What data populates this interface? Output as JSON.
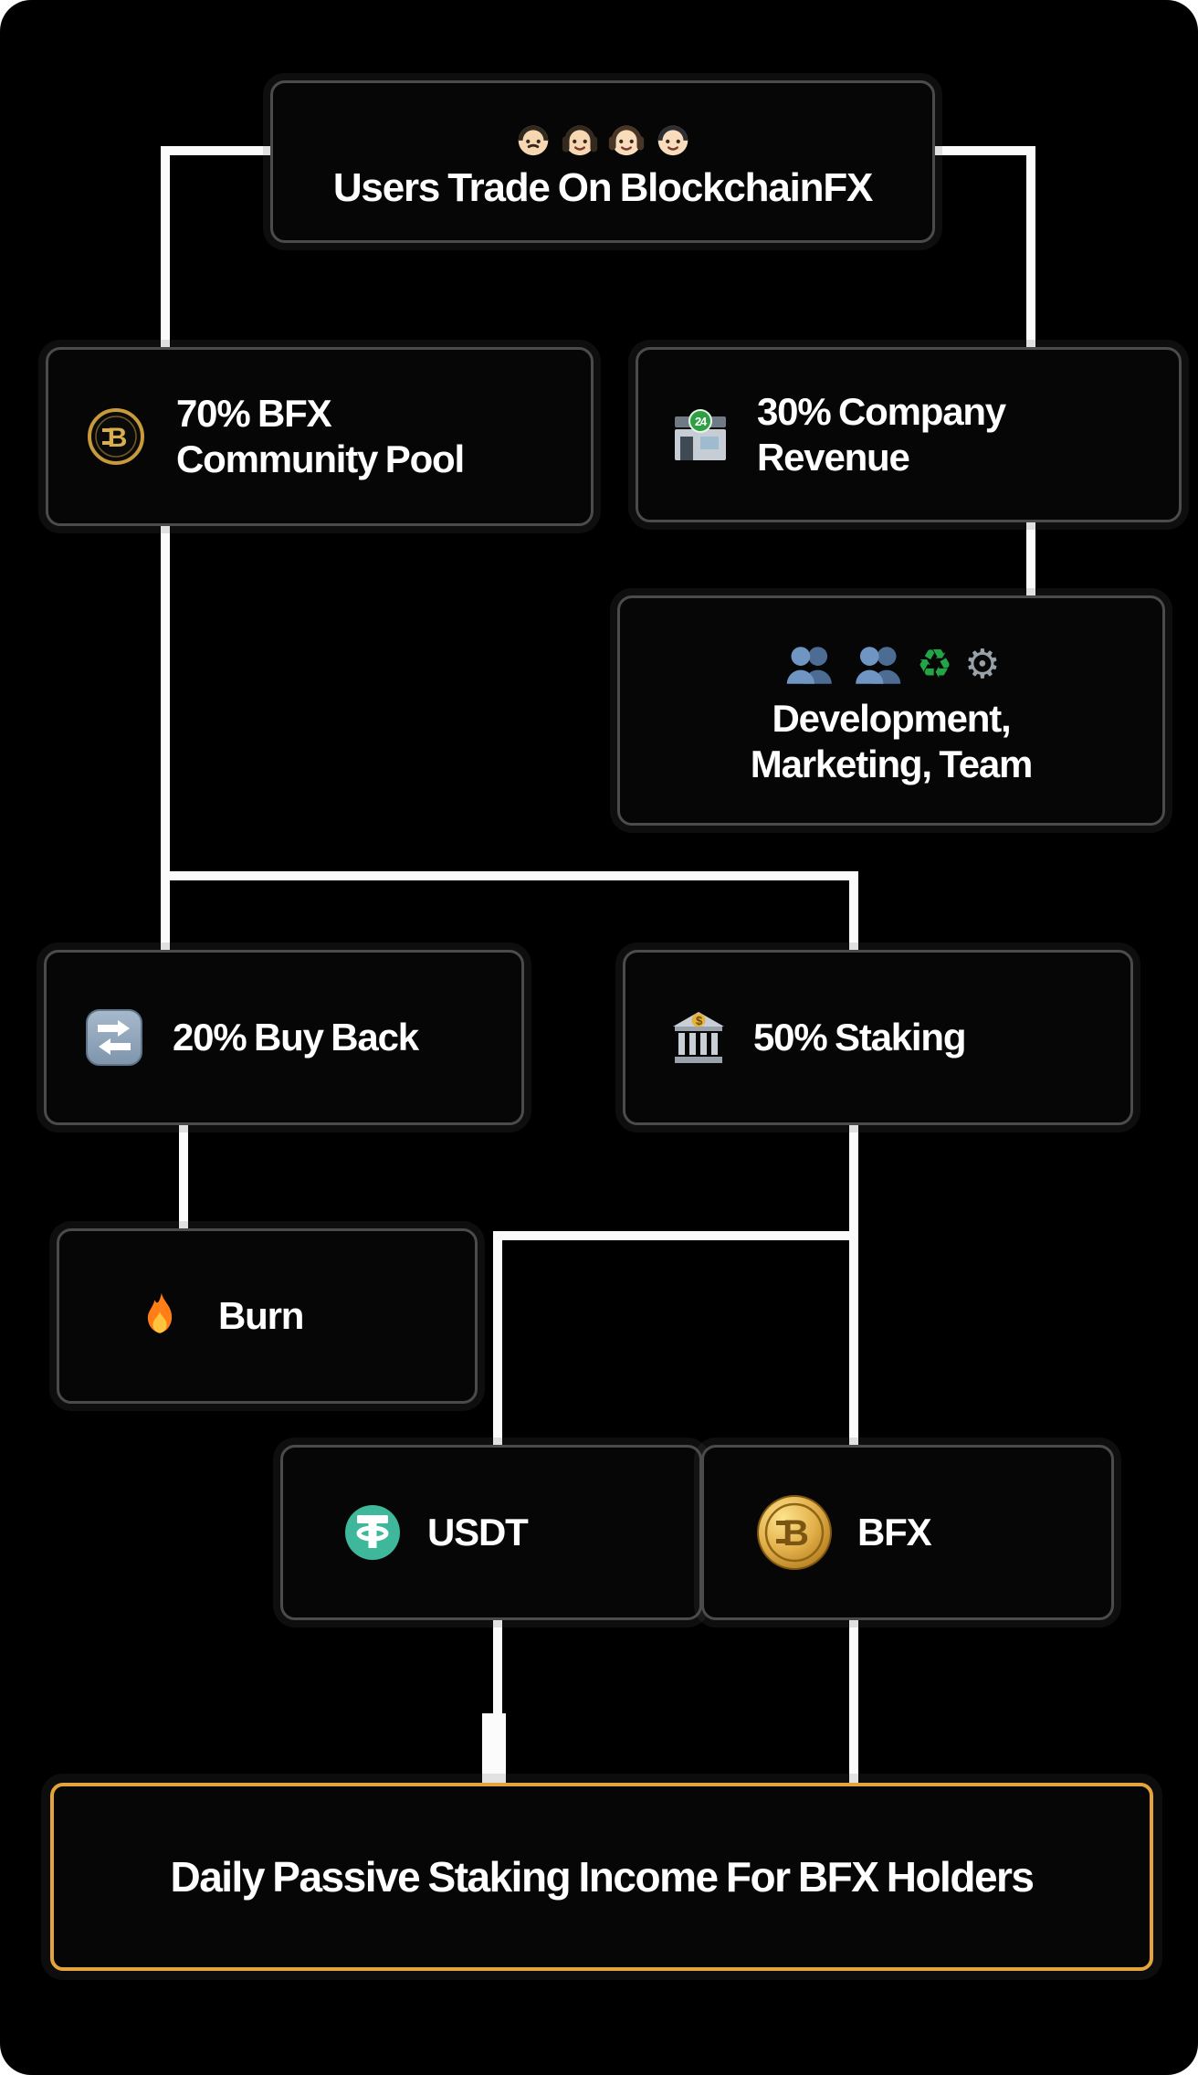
{
  "colors": {
    "background": "#000000",
    "connector": "#fbfbfb",
    "box_background": "#060606",
    "box_border": "#4b4b4b",
    "highlight_border": "#E5A43B",
    "text": "#ffffff",
    "bfx_gold": "#E3B04B",
    "usdt_teal": "#3FB79A",
    "burn_orange": "#FF7E17",
    "recycle_green": "#22A447"
  },
  "nodes": {
    "users": {
      "label": "Users Trade On BlockchainFX"
    },
    "community_pool": {
      "label": "70% BFX Community Pool"
    },
    "company_revenue": {
      "label": "30% Company Revenue"
    },
    "development": {
      "label": "Development, Marketing, Team"
    },
    "buy_back": {
      "label": "20% Buy Back"
    },
    "staking": {
      "label": "50% Staking"
    },
    "burn": {
      "label": "Burn"
    },
    "usdt": {
      "label": "USDT"
    },
    "bfx": {
      "label": "BFX"
    },
    "income": {
      "label": "Daily Passive Staking Income For BFX Holders"
    }
  },
  "icons": {
    "store_badge": "24",
    "bank_symbol": "$",
    "bfx_symbol": "B",
    "recycle_glyph": "♻",
    "gear_glyph": "⚙"
  }
}
